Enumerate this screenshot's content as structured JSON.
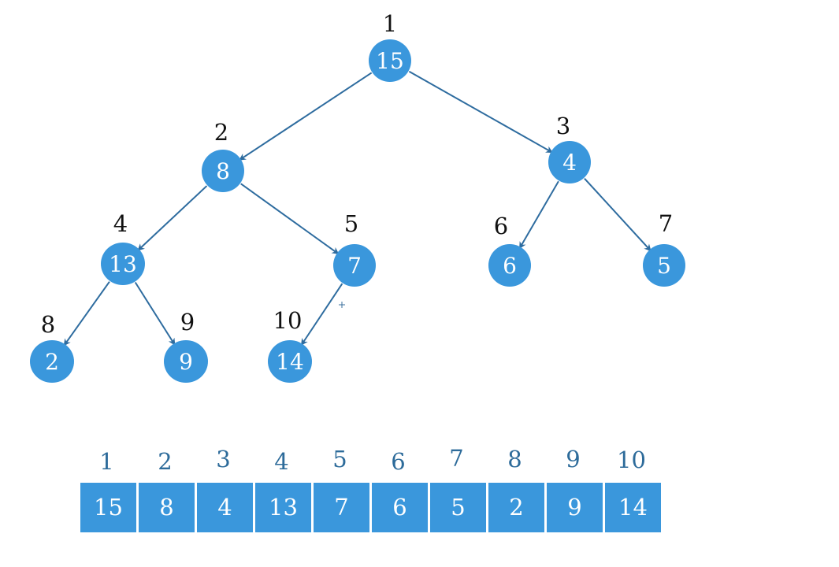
{
  "tree": {
    "nodes": [
      {
        "index": "1",
        "value": "15"
      },
      {
        "index": "2",
        "value": "8"
      },
      {
        "index": "3",
        "value": "4"
      },
      {
        "index": "4",
        "value": "13"
      },
      {
        "index": "5",
        "value": "7"
      },
      {
        "index": "6",
        "value": "6"
      },
      {
        "index": "7",
        "value": "5"
      },
      {
        "index": "8",
        "value": "2"
      },
      {
        "index": "9",
        "value": "9"
      },
      {
        "index": "10",
        "value": "14"
      }
    ],
    "edges": [
      [
        1,
        2
      ],
      [
        1,
        3
      ],
      [
        2,
        4
      ],
      [
        2,
        5
      ],
      [
        3,
        6
      ],
      [
        3,
        7
      ],
      [
        4,
        8
      ],
      [
        4,
        9
      ],
      [
        5,
        10
      ]
    ]
  },
  "array": {
    "indices": [
      "1",
      "2",
      "3",
      "4",
      "5",
      "6",
      "7",
      "8",
      "9",
      "10"
    ],
    "values": [
      "15",
      "8",
      "4",
      "13",
      "7",
      "6",
      "5",
      "2",
      "9",
      "14"
    ]
  },
  "colors": {
    "node_fill": "#3a97dc",
    "edge": "#2e6c9f",
    "array_fill": "#3a97dc",
    "array_index": "#2d6b9a"
  }
}
